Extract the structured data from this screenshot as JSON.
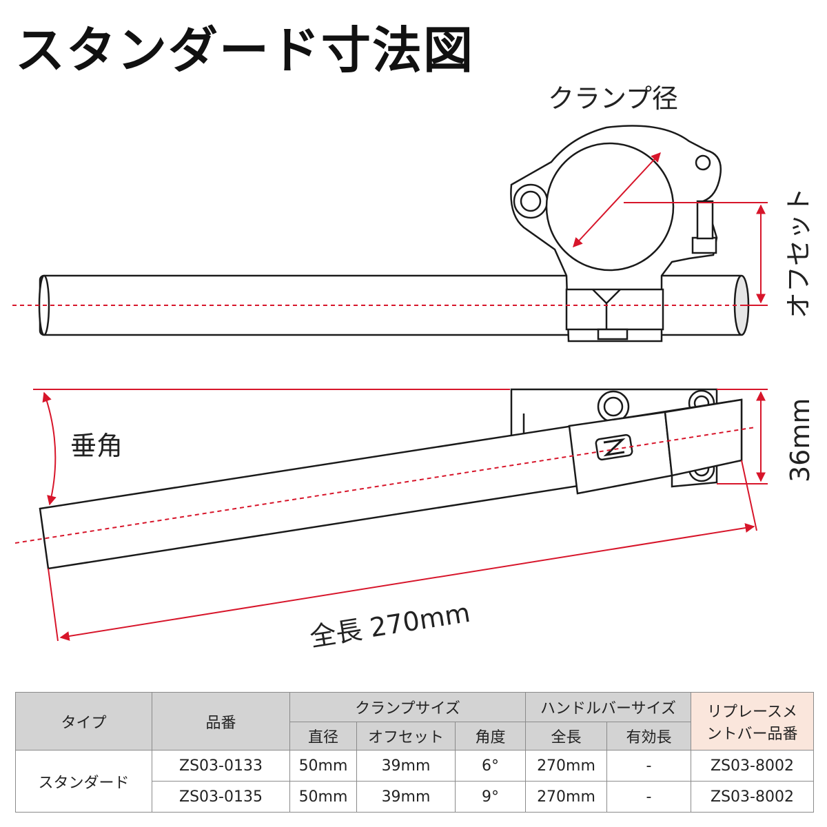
{
  "title": "スタンダード寸法図",
  "labels": {
    "clamp_diameter": "クランプ径",
    "offset": "オフセット",
    "drop_angle": "垂角",
    "height": "36mm",
    "total_length": "全長 270mm"
  },
  "colors": {
    "dimension_line": "#d7152a",
    "outline": "#1a1a1a",
    "header_gray": "#d3d3d3",
    "header_pink": "#fae6dc"
  },
  "table": {
    "headers": {
      "type": "タイプ",
      "part_no": "品番",
      "clamp_size": "クランプサイズ",
      "bar_size": "ハンドルバーサイズ",
      "replacement": "リプレースメントバー品番",
      "replacement_line1": "リプレースメ",
      "replacement_line2": "ントバー品番",
      "diameter": "直径",
      "offset": "オフセット",
      "angle": "角度",
      "total_length": "全長",
      "effective_length": "有効長"
    },
    "type_value": "スタンダード",
    "rows": [
      {
        "part_no": "ZS03-0133",
        "diameter": "50mm",
        "offset": "39mm",
        "angle": "6°",
        "total_length": "270mm",
        "effective_length": "-",
        "replacement": "ZS03-8002"
      },
      {
        "part_no": "ZS03-0135",
        "diameter": "50mm",
        "offset": "39mm",
        "angle": "9°",
        "total_length": "270mm",
        "effective_length": "-",
        "replacement": "ZS03-8002"
      }
    ]
  }
}
